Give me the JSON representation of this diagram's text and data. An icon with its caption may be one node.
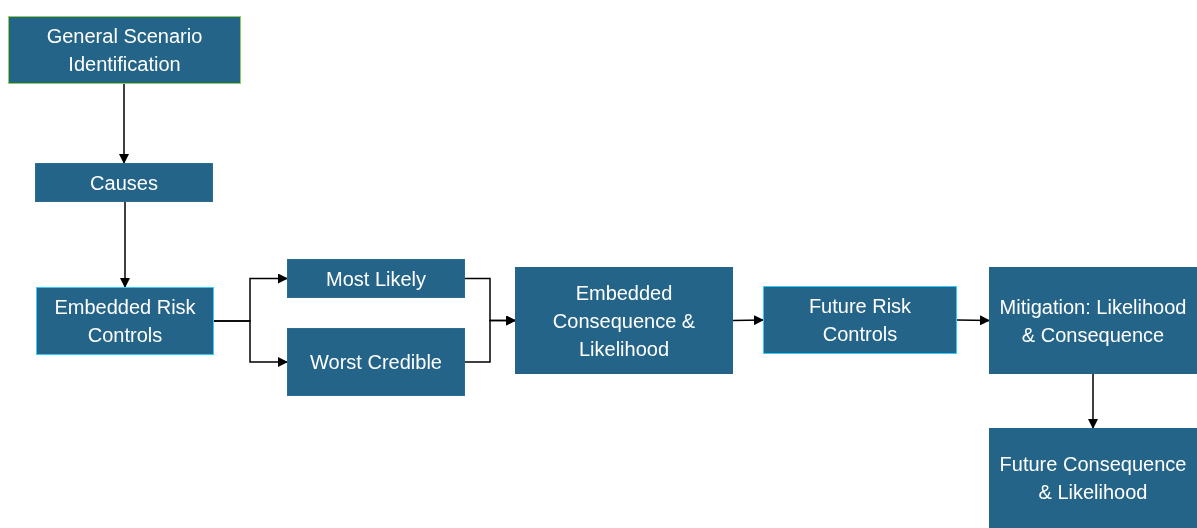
{
  "diagram": {
    "nodes": [
      {
        "text": [
          "General Scenario Identification"
        ]
      },
      {
        "text": [
          "Causes"
        ]
      },
      {
        "text": [
          "Embedded Risk Controls"
        ]
      },
      {
        "text": [
          "Most Likely"
        ]
      },
      {
        "text": [
          "Worst Credible"
        ]
      },
      {
        "text": [
          "Embedded Consequence & Likelihood"
        ]
      },
      {
        "text": [
          "Future Risk Controls"
        ]
      },
      {
        "text": [
          "Mitigation: Likelihood & Consequence"
        ]
      },
      {
        "text": [
          "Future Consequence & Likelihood"
        ]
      }
    ],
    "edges": [
      {
        "from": 0,
        "to": 1,
        "arrow": "to"
      },
      {
        "from": 1,
        "to": 2,
        "arrow": "to"
      },
      {
        "from": 2,
        "to": 3,
        "arrow": "to"
      },
      {
        "from": 2,
        "to": 4,
        "arrow": "to"
      },
      {
        "from": 3,
        "to": 5,
        "arrow": "to"
      },
      {
        "from": 4,
        "to": 5,
        "arrow": "to"
      },
      {
        "from": 5,
        "to": 6,
        "arrow": "to"
      },
      {
        "from": 6,
        "to": 7,
        "arrow": "to"
      },
      {
        "from": 7,
        "to": 8,
        "arrow": "to"
      }
    ]
  }
}
